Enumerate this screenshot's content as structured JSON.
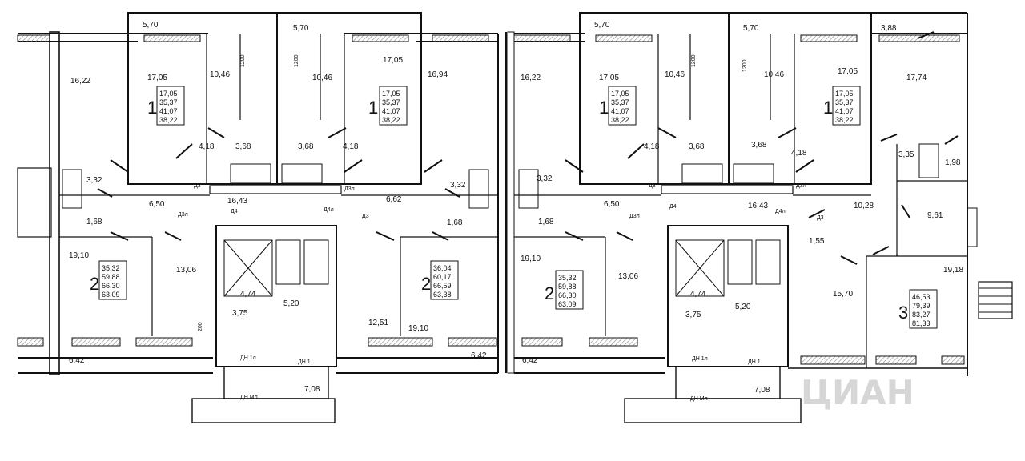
{
  "colors": {
    "wall": "#111111",
    "hatch": "#888888",
    "line": "#222222",
    "watermark": "#d6d6d6"
  },
  "watermark": "ЦИАН",
  "sections": [
    {
      "rooms": [
        {
          "id": "r1",
          "text": "5,70"
        },
        {
          "id": "r2",
          "text": "5,70"
        },
        {
          "id": "r3",
          "text": "16,22"
        },
        {
          "id": "r4",
          "text": "17,05"
        },
        {
          "id": "r5",
          "text": "10,46"
        },
        {
          "id": "r6",
          "text": "10,46"
        },
        {
          "id": "r7",
          "text": "17,05"
        },
        {
          "id": "r8",
          "text": "16,94"
        },
        {
          "id": "r9",
          "text": "4,18"
        },
        {
          "id": "r10",
          "text": "3,68"
        },
        {
          "id": "r11",
          "text": "3,68"
        },
        {
          "id": "r12",
          "text": "4,18"
        },
        {
          "id": "r13",
          "text": "3,32"
        },
        {
          "id": "r14",
          "text": "3,32"
        },
        {
          "id": "r15",
          "text": "6,50"
        },
        {
          "id": "r16",
          "text": "16,43"
        },
        {
          "id": "r17",
          "text": "6,62"
        },
        {
          "id": "r18",
          "text": "1,68"
        },
        {
          "id": "r19",
          "text": "1,68"
        },
        {
          "id": "r20",
          "text": "19,10"
        },
        {
          "id": "r21",
          "text": "13,06"
        },
        {
          "id": "r22",
          "text": "4,74"
        },
        {
          "id": "r23",
          "text": "5,20"
        },
        {
          "id": "r24",
          "text": "3,75"
        },
        {
          "id": "r25",
          "text": "12,51"
        },
        {
          "id": "r26",
          "text": "19,10"
        },
        {
          "id": "r27",
          "text": "6,42"
        },
        {
          "id": "r28",
          "text": "6,42"
        },
        {
          "id": "r29",
          "text": "7,08"
        }
      ],
      "tags": [
        {
          "id": "t1",
          "text": "Д3"
        },
        {
          "id": "t2",
          "text": "Д3л"
        },
        {
          "id": "t3",
          "text": "Д4"
        },
        {
          "id": "t4",
          "text": "Д4л"
        },
        {
          "id": "t5",
          "text": "Д3л"
        },
        {
          "id": "t6",
          "text": "Д3"
        },
        {
          "id": "t7",
          "text": "ДН 1л"
        },
        {
          "id": "t8",
          "text": "ДН 1"
        },
        {
          "id": "t9",
          "text": "ДН Мл"
        },
        {
          "id": "t10",
          "text": "1200"
        },
        {
          "id": "t11",
          "text": "1200"
        },
        {
          "id": "t12",
          "text": "200"
        }
      ],
      "apartments": [
        {
          "rooms": "1",
          "areas": [
            "17,05",
            "35,37",
            "41,07",
            "38,22"
          ]
        },
        {
          "rooms": "1",
          "areas": [
            "17,05",
            "35,37",
            "41,07",
            "38,22"
          ]
        },
        {
          "rooms": "2",
          "areas": [
            "35,32",
            "59,88",
            "66,30",
            "63,09"
          ]
        },
        {
          "rooms": "2",
          "areas": [
            "36,04",
            "60,17",
            "66,59",
            "63,38"
          ]
        }
      ]
    },
    {
      "rooms": [
        {
          "id": "r1",
          "text": "5,70"
        },
        {
          "id": "r2",
          "text": "5,70"
        },
        {
          "id": "r3",
          "text": "3,88"
        },
        {
          "id": "r4",
          "text": "16,22"
        },
        {
          "id": "r5",
          "text": "17,05"
        },
        {
          "id": "r6",
          "text": "10,46"
        },
        {
          "id": "r7",
          "text": "10,46"
        },
        {
          "id": "r8",
          "text": "17,05"
        },
        {
          "id": "r9",
          "text": "17,74"
        },
        {
          "id": "r10",
          "text": "4,18"
        },
        {
          "id": "r11",
          "text": "3,68"
        },
        {
          "id": "r12",
          "text": "3,68"
        },
        {
          "id": "r13",
          "text": "4,18"
        },
        {
          "id": "r14",
          "text": "3,35"
        },
        {
          "id": "r15",
          "text": "1,98"
        },
        {
          "id": "r16",
          "text": "3,32"
        },
        {
          "id": "r17",
          "text": "6,50"
        },
        {
          "id": "r18",
          "text": "16,43"
        },
        {
          "id": "r19",
          "text": "10,28"
        },
        {
          "id": "r20",
          "text": "9,61"
        },
        {
          "id": "r21",
          "text": "1,68"
        },
        {
          "id": "r22",
          "text": "1,55"
        },
        {
          "id": "r23",
          "text": "19,10"
        },
        {
          "id": "r24",
          "text": "13,06"
        },
        {
          "id": "r25",
          "text": "19,18"
        },
        {
          "id": "r26",
          "text": "4,74"
        },
        {
          "id": "r27",
          "text": "5,20"
        },
        {
          "id": "r28",
          "text": "15,70"
        },
        {
          "id": "r29",
          "text": "3,75"
        },
        {
          "id": "r30",
          "text": "6,42"
        },
        {
          "id": "r31",
          "text": "7,08"
        }
      ],
      "tags": [
        {
          "id": "t1",
          "text": "Д3"
        },
        {
          "id": "t2",
          "text": "Д3л"
        },
        {
          "id": "t3",
          "text": "Д4"
        },
        {
          "id": "t4",
          "text": "Д4л"
        },
        {
          "id": "t5",
          "text": "Д3л"
        },
        {
          "id": "t6",
          "text": "Д3"
        },
        {
          "id": "t7",
          "text": "ДН 1л"
        },
        {
          "id": "t8",
          "text": "ДН 1"
        },
        {
          "id": "t9",
          "text": "ДН Мл"
        },
        {
          "id": "t10",
          "text": "1200"
        },
        {
          "id": "t11",
          "text": "1200"
        }
      ],
      "apartments": [
        {
          "rooms": "1",
          "areas": [
            "17,05",
            "35,37",
            "41,07",
            "38,22"
          ]
        },
        {
          "rooms": "1",
          "areas": [
            "17,05",
            "35,37",
            "41,07",
            "38,22"
          ]
        },
        {
          "rooms": "2",
          "areas": [
            "35,32",
            "59,88",
            "66,30",
            "63,09"
          ]
        },
        {
          "rooms": "3",
          "areas": [
            "46,53",
            "79,39",
            "83,27",
            "81,33"
          ]
        }
      ]
    }
  ]
}
